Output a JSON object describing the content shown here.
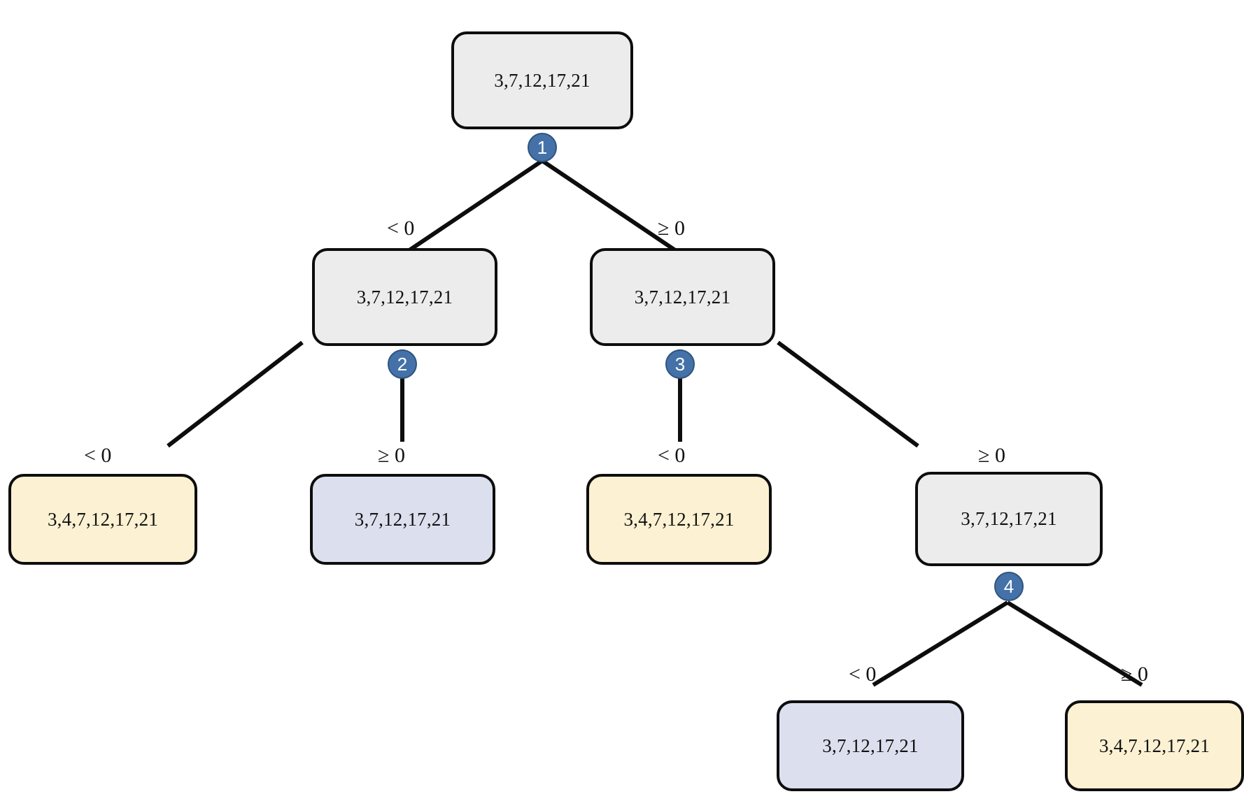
{
  "diagram": {
    "type": "binary-decision-tree",
    "background_color": "#ffffff",
    "palette": {
      "node_gray": "#ececec",
      "node_yellow": "#fcf1d2",
      "node_blue": "#dce0ee",
      "node_border": "#0d0d0d",
      "badge_fill": "#4472a8",
      "badge_border": "#2f5480",
      "badge_text": "#ffffff",
      "edge_color": "#0d0d0d",
      "text_color": "#111111"
    },
    "nodes": [
      {
        "id": "n1",
        "label": "3,7,12,17,21",
        "fill": "gray",
        "level": 0
      },
      {
        "id": "n2",
        "label": "3,7,12,17,21",
        "fill": "gray",
        "level": 1
      },
      {
        "id": "n3",
        "label": "3,7,12,17,21",
        "fill": "gray",
        "level": 1
      },
      {
        "id": "n4",
        "label": "3,4,7,12,17,21",
        "fill": "yellow",
        "level": 2
      },
      {
        "id": "n5",
        "label": "3,7,12,17,21",
        "fill": "blue",
        "level": 2
      },
      {
        "id": "n6",
        "label": "3,4,7,12,17,21",
        "fill": "yellow",
        "level": 2
      },
      {
        "id": "n7",
        "label": "3,7,12,17,21",
        "fill": "gray",
        "level": 2
      },
      {
        "id": "n8",
        "label": "3,7,12,17,21",
        "fill": "blue",
        "level": 3
      },
      {
        "id": "n9",
        "label": "3,4,7,12,17,21",
        "fill": "yellow",
        "level": 3
      }
    ],
    "badges": [
      {
        "id": "b1",
        "label": "1",
        "at_node": "n1"
      },
      {
        "id": "b2",
        "label": "2",
        "at_node": "n2"
      },
      {
        "id": "b3",
        "label": "3",
        "at_node": "n3"
      },
      {
        "id": "b4",
        "label": "4",
        "at_node": "n7"
      }
    ],
    "edge_labels": [
      {
        "id": "e1",
        "label": "< 0",
        "from": "n1",
        "to": "n2"
      },
      {
        "id": "e2",
        "label": "≥ 0",
        "from": "n1",
        "to": "n3"
      },
      {
        "id": "e3",
        "label": "< 0",
        "from": "n2",
        "to": "n4"
      },
      {
        "id": "e4",
        "label": "≥ 0",
        "from": "n2",
        "to": "n5"
      },
      {
        "id": "e5",
        "label": "< 0",
        "from": "n3",
        "to": "n6"
      },
      {
        "id": "e6",
        "label": "≥ 0",
        "from": "n3",
        "to": "n7"
      },
      {
        "id": "e7",
        "label": "< 0",
        "from": "n7",
        "to": "n8"
      },
      {
        "id": "e8",
        "label": "≥ 0",
        "from": "n7",
        "to": "n9"
      }
    ]
  }
}
